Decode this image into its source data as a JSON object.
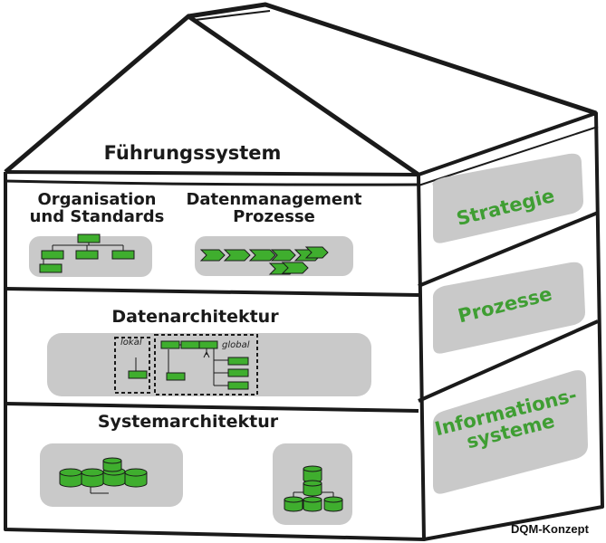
{
  "roof_title": "Führungssystem",
  "floors": {
    "top": {
      "left_title_line1": "Organisation",
      "left_title_line2": "und Standards",
      "right_title_line1": "Datenmanagement",
      "right_title_line2": "Prozesse"
    },
    "middle": {
      "title": "Datenarchitektur",
      "local_label": "lokal",
      "global_label": "global"
    },
    "bottom": {
      "title": "Systemarchitektur"
    }
  },
  "side_wall": {
    "labels": [
      "Strategie",
      "Prozesse",
      "Informations-",
      "systeme"
    ]
  },
  "credit": "DQM-Konzept",
  "colors": {
    "box_green": "#3fae2e",
    "label_green": "#3f9e33",
    "panel_gray": "#c9c9c9",
    "outline": "#1a1a1a"
  }
}
